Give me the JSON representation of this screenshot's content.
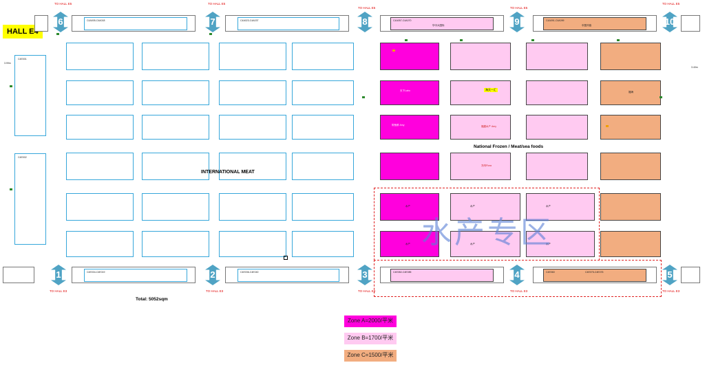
{
  "hall_label": "HALL E4",
  "exit_label": "TO HALL E5",
  "exit_label_bottom": "TO HALL E3",
  "gates": [
    "1",
    "2",
    "3",
    "4",
    "5",
    "6",
    "7",
    "8",
    "9",
    "10"
  ],
  "section_international": "INTERNATIONAL MEAT",
  "section_national": "National Frozen / Meat/sea foods",
  "aquatic_zone": "水产专区",
  "total": "Total: 5052sqm",
  "legend": {
    "a": "Zone A=2000/平米",
    "b": "Zone B=1700/平米",
    "c": "Zone C=1500/平米"
  },
  "colors": {
    "zone_a": "#ff00dd",
    "zone_b": "#ffcaf1",
    "zone_c": "#f2ad80",
    "booth_border": "#35a6da",
    "exit_text": "#e00000",
    "aquatic_border": "#e02020"
  },
  "booth_codes": {
    "left1": "C4E001",
    "left2": "C4E002",
    "top1": "C4A005-C4A018",
    "top2": "C4A023-C4A037",
    "top3": "C4A057-C4A070",
    "top4": "C4A091-C4A099",
    "bot1": "C4E034-C4E019",
    "bot2": "C4E036-C4E040",
    "bot3": "C4E082-C4E085",
    "bot4": "C4E060",
    "bot5": "C4E075-C4E076"
  },
  "booth_texts": {
    "pink_top_left": "华中大国际",
    "peach_top": "中国冷链",
    "mag_label": "天下Labo",
    "yellow_tag": "海天一汇",
    "peach_mid": "福海",
    "shuichan1": "水产",
    "shuichan2": "水产",
    "shuichan3": "水产",
    "shuichan4": "水产",
    "shuichan5": "水产",
    "shuichan6": "水产",
    "amy1": "带鱼鲜 Amy",
    "amy2": "福建水产 Amy",
    "red_note": "冻肉Flora"
  },
  "dims": {
    "left": "3.99m",
    "right": "3.40m"
  }
}
